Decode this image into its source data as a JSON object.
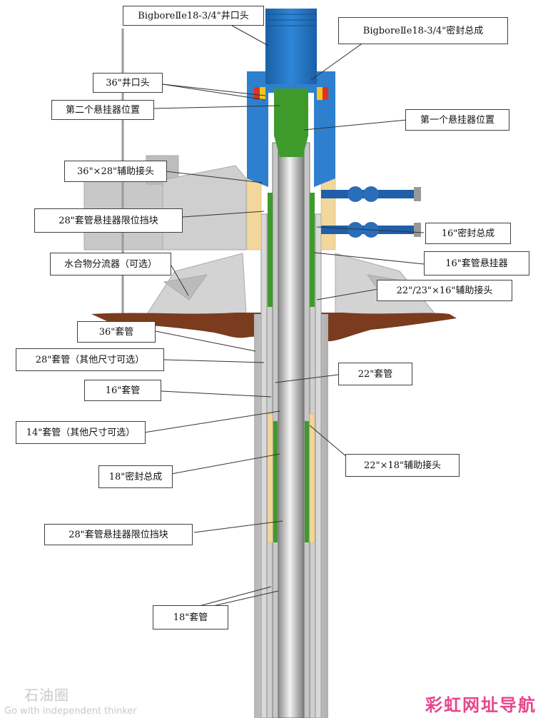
{
  "labels": {
    "bigbore_wellhead": "BigboreⅡe18-3/4\"井口头",
    "bigbore_seal": "BigboreⅡe18-3/4\"密封总成",
    "wellhead_36": "36\"井口头",
    "second_hanger": "第二个悬挂器位置",
    "first_hanger": "第一个悬挂器位置",
    "adapter_36x28": "36\"×28\"辅助接头",
    "hanger_stop_28": "28\"套管悬挂器限位挡块",
    "seal_16": "16\"密封总成",
    "hydrate_diverter": "水合物分流器（可选）",
    "hanger_16": "16\"套管悬挂器",
    "adapter_22_23x16": "22\"/23\"×16\"辅助接头",
    "casing_36": "36\"套管",
    "casing_28": "28\"套管（其他尺寸可选）",
    "casing_22": "22\"套管",
    "casing_16": "16\"套管",
    "casing_14": "14\"套管（其他尺寸可选）",
    "adapter_22x18": "22\"×18\"辅助接头",
    "seal_18": "18\"密封总成",
    "hanger_stop_28_lower": "28\"套管悬挂器限位挡块",
    "casing_18": "18\"套管"
  },
  "watermark": {
    "left_cn": "石油圈",
    "left_en": "Go with independent thinker",
    "right": "彩虹网址导航"
  },
  "colors": {
    "wellhead_blue": "#1f6fc0",
    "hanger_green": "#3f9a2c",
    "seal_yellow": "#f1d79c",
    "casing_grey": "#c4c4c4",
    "seabed_brown": "#7a3b1e",
    "equipment_grey": "#c9c9c9",
    "watermark_pink": "#e8458b"
  }
}
